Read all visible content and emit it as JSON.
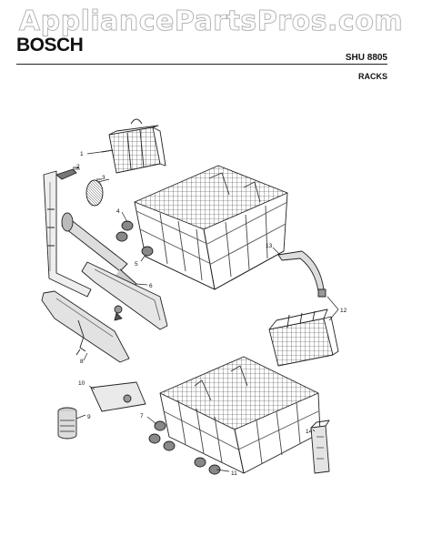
{
  "watermark": "AppliancePartsPros.com",
  "header": {
    "brand": "BOSCH",
    "model": "SHU 8805",
    "section": "RACKS"
  },
  "callouts": [
    "1",
    "2",
    "3",
    "4",
    "5",
    "6",
    "7",
    "8",
    "9",
    "10",
    "11",
    "12",
    "13",
    "14"
  ],
  "colors": {
    "line": "#222222",
    "watermark_outline": "#b5b5b5"
  }
}
